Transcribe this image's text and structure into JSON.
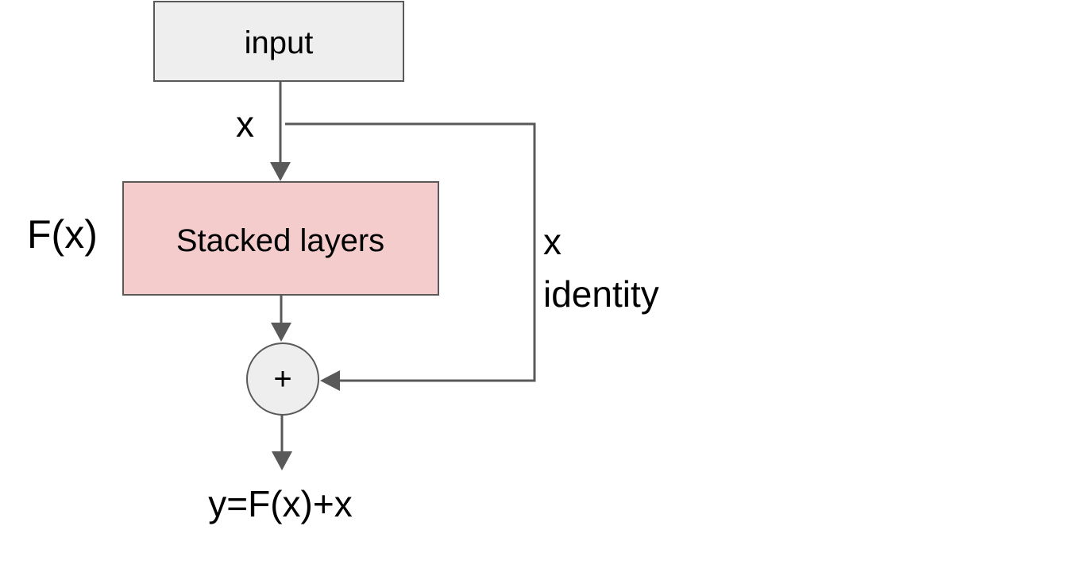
{
  "diagram": {
    "nodes": {
      "input": {
        "label": "input",
        "fill": "#eeeeee",
        "stroke": "#595959"
      },
      "stacked_layers": {
        "label": "Stacked layers",
        "fill": "#f4cccc",
        "stroke": "#595959"
      },
      "sum": {
        "label": "+",
        "fill": "#eeeeee",
        "stroke": "#595959"
      }
    },
    "labels": {
      "x_input": "x",
      "fx": "F(x)",
      "x_skip": "x",
      "identity": "identity",
      "output": "y=F(x)+x"
    },
    "edge_color": "#595959"
  }
}
